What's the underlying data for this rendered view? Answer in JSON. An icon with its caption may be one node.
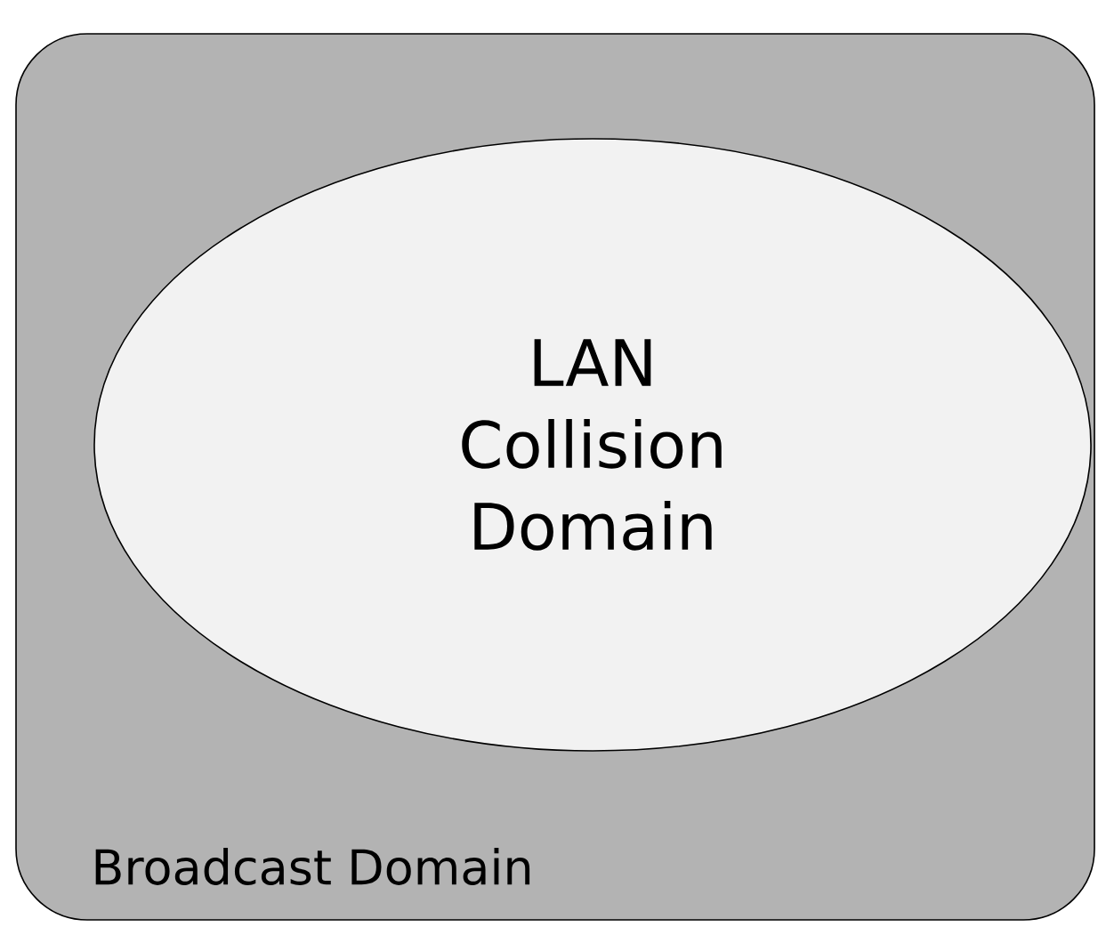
{
  "diagram": {
    "nodes": [
      {
        "text": [
          "Broadcast Domain"
        ]
      },
      {
        "text": [
          "LAN Collision Domain"
        ],
        "in": 0
      }
    ]
  }
}
